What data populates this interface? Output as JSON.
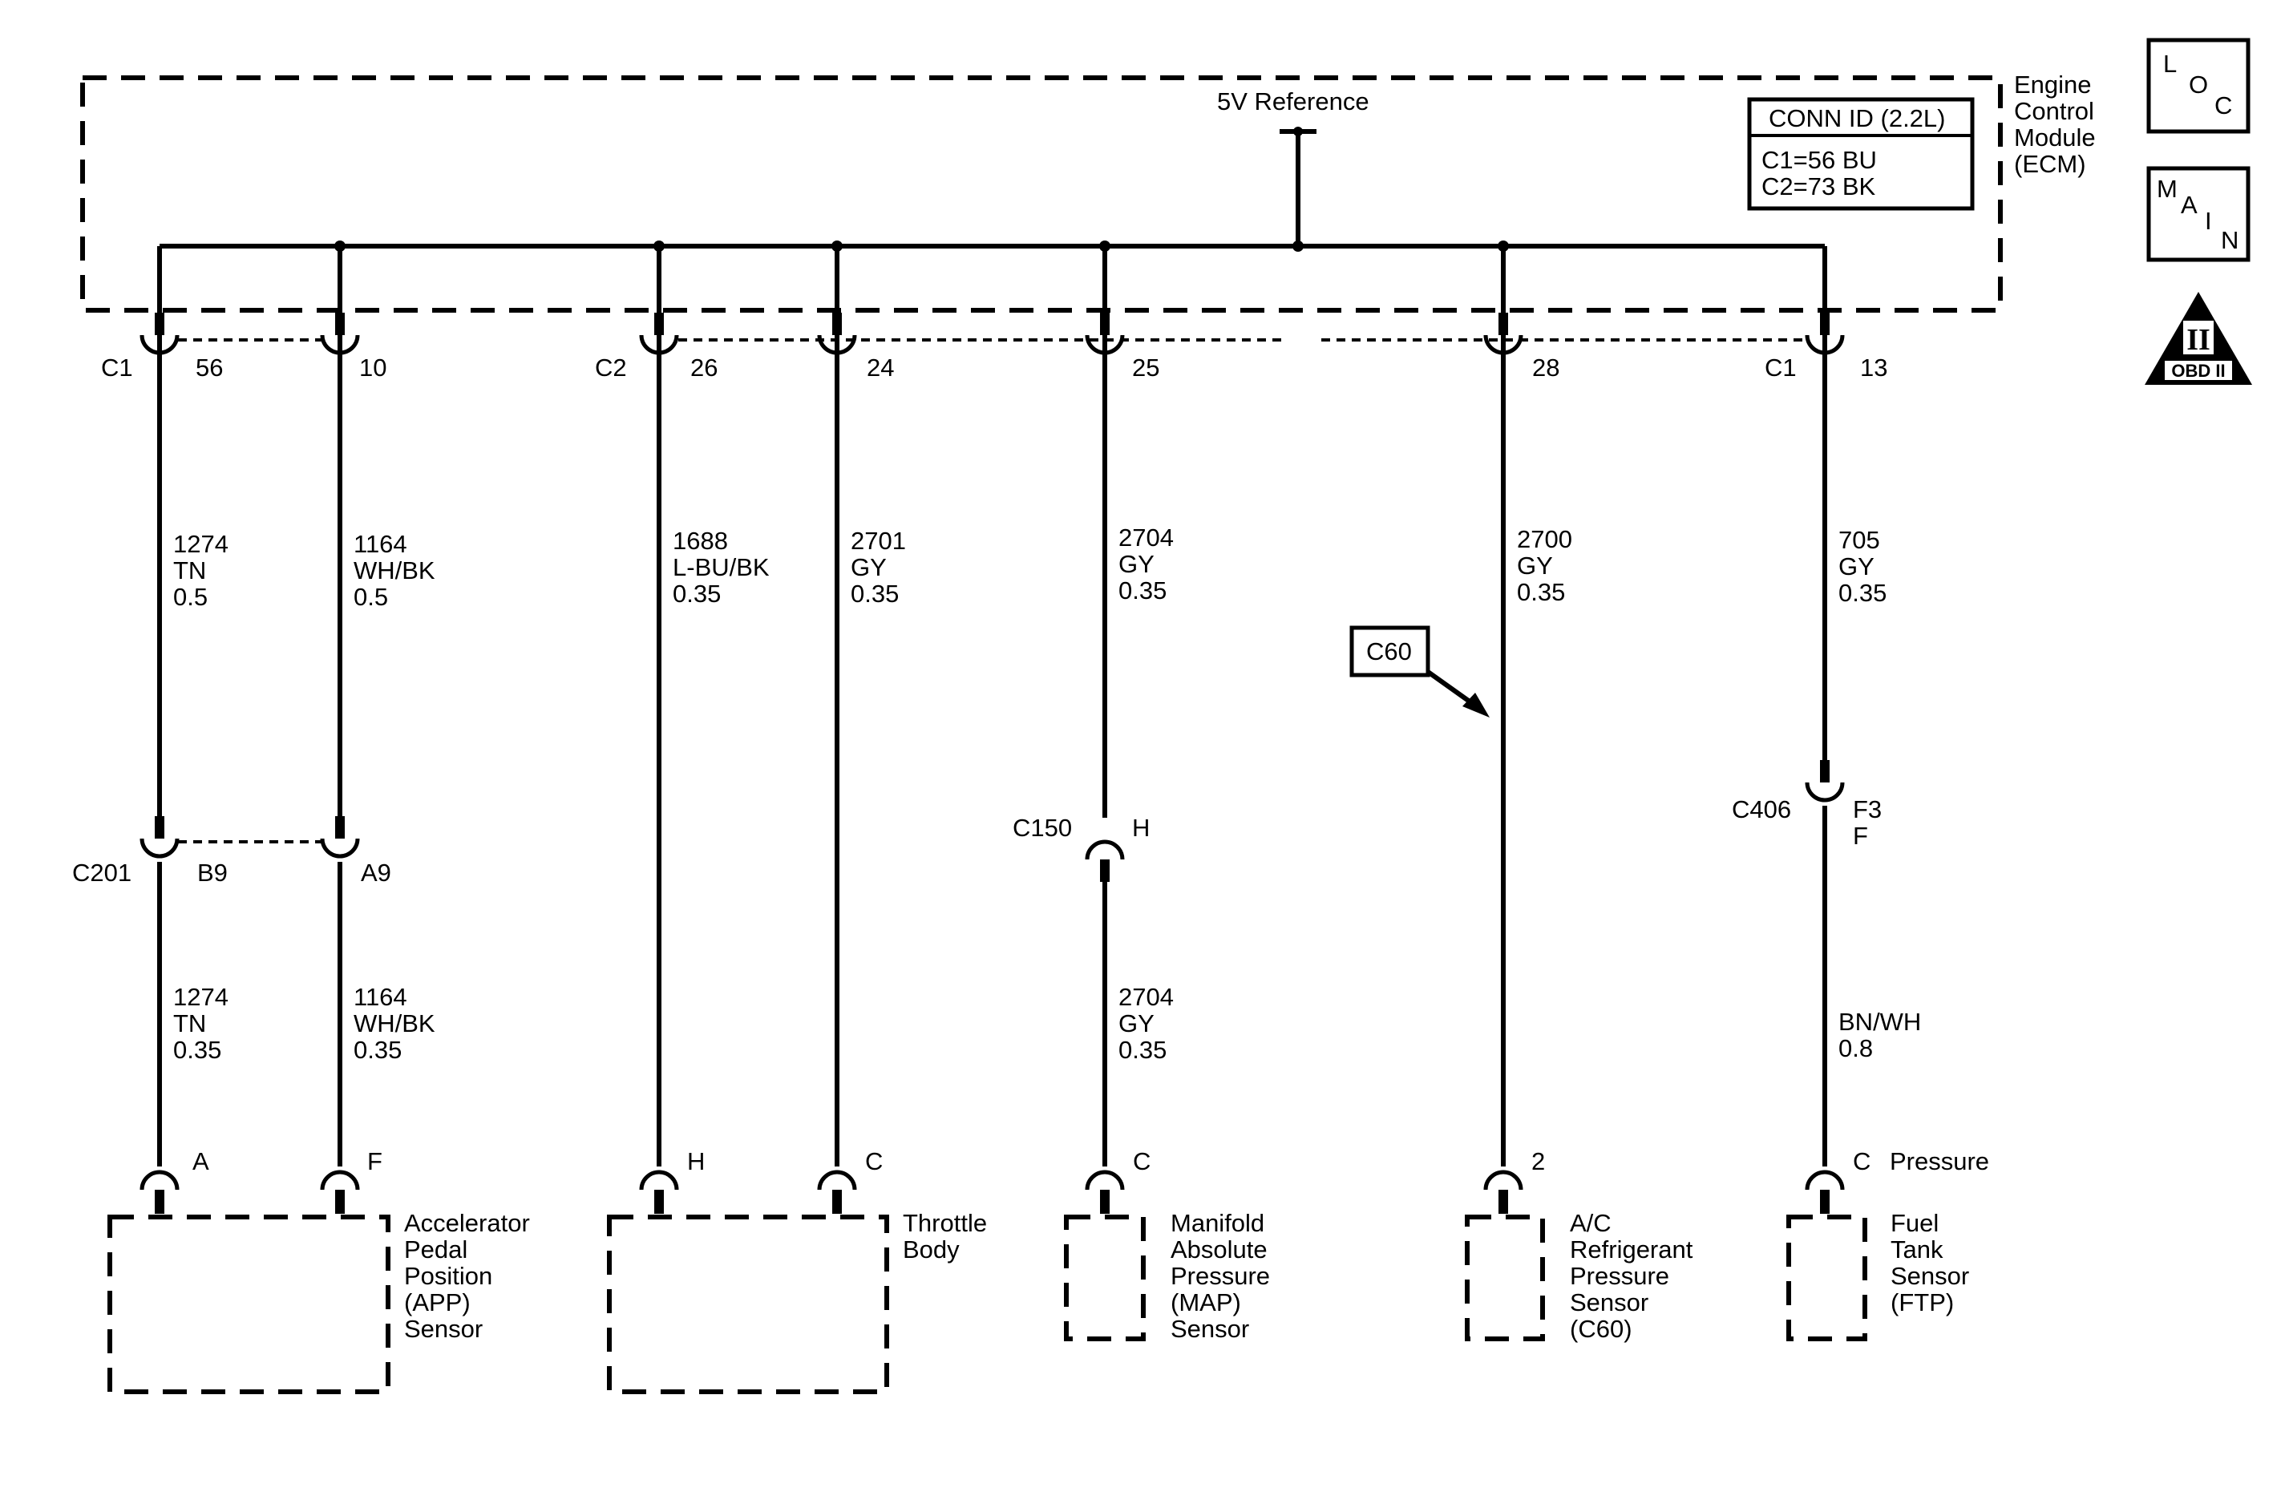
{
  "module": {
    "name_lines": [
      "Engine",
      "Control",
      "Module",
      "(ECM)"
    ],
    "reference_label": "5V Reference",
    "conn_id": {
      "title": "CONN ID (2.2L)",
      "lines": [
        "C1=56 BU",
        "C2=73 BK"
      ]
    }
  },
  "icons": {
    "loc": [
      "L",
      "O",
      "C"
    ],
    "main": [
      "M",
      "A",
      "I",
      "N"
    ],
    "obd": {
      "numeral": "II",
      "label": "OBD II"
    }
  },
  "ecm_pins": [
    {
      "connector": "C1",
      "pin": "56"
    },
    {
      "connector": "",
      "pin": "10"
    },
    {
      "connector": "C2",
      "pin": "26"
    },
    {
      "connector": "",
      "pin": "24"
    },
    {
      "connector": "",
      "pin": "25"
    },
    {
      "connector": "",
      "pin": "28"
    },
    {
      "connector": "C1",
      "pin": "13"
    }
  ],
  "wires_upper": [
    {
      "circuit": "1274",
      "color": "TN",
      "gauge": "0.5"
    },
    {
      "circuit": "1164",
      "color": "WH/BK",
      "gauge": "0.5"
    },
    {
      "circuit": "1688",
      "color": "L-BU/BK",
      "gauge": "0.35"
    },
    {
      "circuit": "2701",
      "color": "GY",
      "gauge": "0.35"
    },
    {
      "circuit": "2704",
      "color": "GY",
      "gauge": "0.35"
    },
    {
      "circuit": "2700",
      "color": "GY",
      "gauge": "0.35"
    },
    {
      "circuit": "705",
      "color": "GY",
      "gauge": "0.35"
    }
  ],
  "inline_connectors": {
    "c201": {
      "name": "C201",
      "pins": [
        "B9",
        "A9"
      ]
    },
    "c150": {
      "name": "C150",
      "pin": "H"
    },
    "c406": {
      "name": "C406",
      "pins": [
        "F3",
        "F"
      ]
    }
  },
  "c60_callout": "C60",
  "wires_lower": [
    {
      "circuit": "1274",
      "color": "TN",
      "gauge": "0.35"
    },
    {
      "circuit": "1164",
      "color": "WH/BK",
      "gauge": "0.35"
    },
    {
      "circuit": "2704",
      "color": "GY",
      "gauge": "0.35"
    },
    {
      "circuit": "",
      "color": "BN/WH",
      "gauge": "0.8"
    }
  ],
  "component_pins": [
    "A",
    "F",
    "H",
    "C",
    "C",
    "2",
    "C"
  ],
  "pressure_label": "Pressure",
  "components": [
    {
      "lines": [
        "Accelerator",
        "Pedal",
        "Position",
        "(APP)",
        "Sensor"
      ]
    },
    {
      "lines": [
        "Throttle",
        "Body"
      ]
    },
    {
      "lines": [
        "Manifold",
        "Absolute",
        "Pressure",
        "(MAP)",
        "Sensor"
      ]
    },
    {
      "lines": [
        "A/C",
        "Refrigerant",
        "Pressure",
        "Sensor",
        "(C60)"
      ]
    },
    {
      "lines": [
        "Fuel",
        "Tank",
        "Sensor",
        "(FTP)"
      ]
    }
  ]
}
